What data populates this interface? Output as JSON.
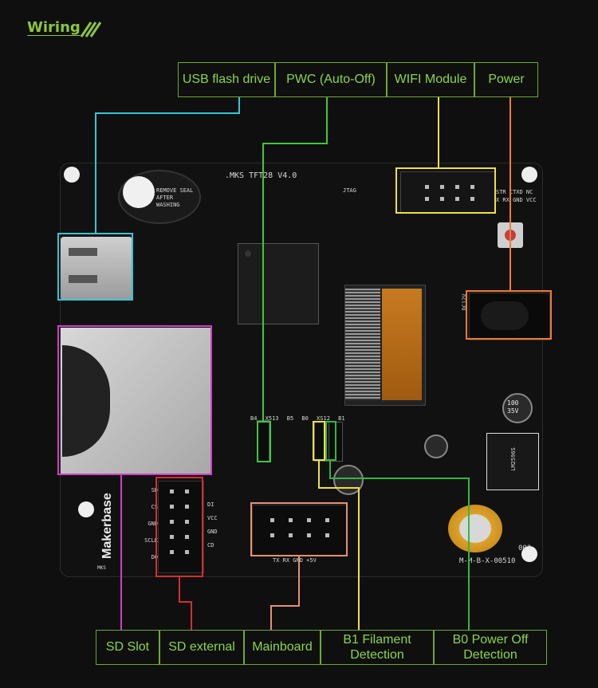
{
  "header": {
    "title": "Wiring"
  },
  "top_labels": [
    "USB flash drive",
    "PWC (Auto-Off)",
    "WIFI Module",
    "Power"
  ],
  "bottom_labels": [
    "SD Slot",
    "SD external",
    "Mainboard",
    "B1 Filament\nDetection",
    "B0 Power Off\nDetection"
  ],
  "board": {
    "model": ".MKS TFT28 V4.0",
    "brand": "Makerbase",
    "brand_sub": "MKS",
    "serial": "M-M-B-X-00510",
    "batch": "003",
    "buzzer_text": "REMOVE SEAL AFTER WASHING",
    "pin_labels_sd": [
      "SD",
      "CS",
      "GND",
      "SCLK",
      "DO"
    ],
    "pin_labels_sd_right": [
      "DI",
      "VCC",
      "GND",
      "CD"
    ],
    "mainboard_pins": "TX  RX GND +5V",
    "wifi_pins": "STR CTXD NC",
    "wifi_pins2": "X RX GND VCC",
    "connector_labels": [
      "B4",
      "X513",
      "B5",
      "B0",
      "XS12",
      "B1"
    ],
    "jtag": "JTAG",
    "cap_values": [
      "100",
      "35V"
    ],
    "dc": "DC12V",
    "reg_text": "LM2596S"
  },
  "colors": {
    "header": "#8bc53f",
    "usb": "#33c6d8",
    "pwc": "#3ec83a",
    "wifi": "#f0e040",
    "power": "#f07a30",
    "sd_slot": "#d040c8",
    "sd_external": "#d03030",
    "mainboard": "#e89070",
    "filament": "#f0e040",
    "poweroff": "#30b840"
  }
}
